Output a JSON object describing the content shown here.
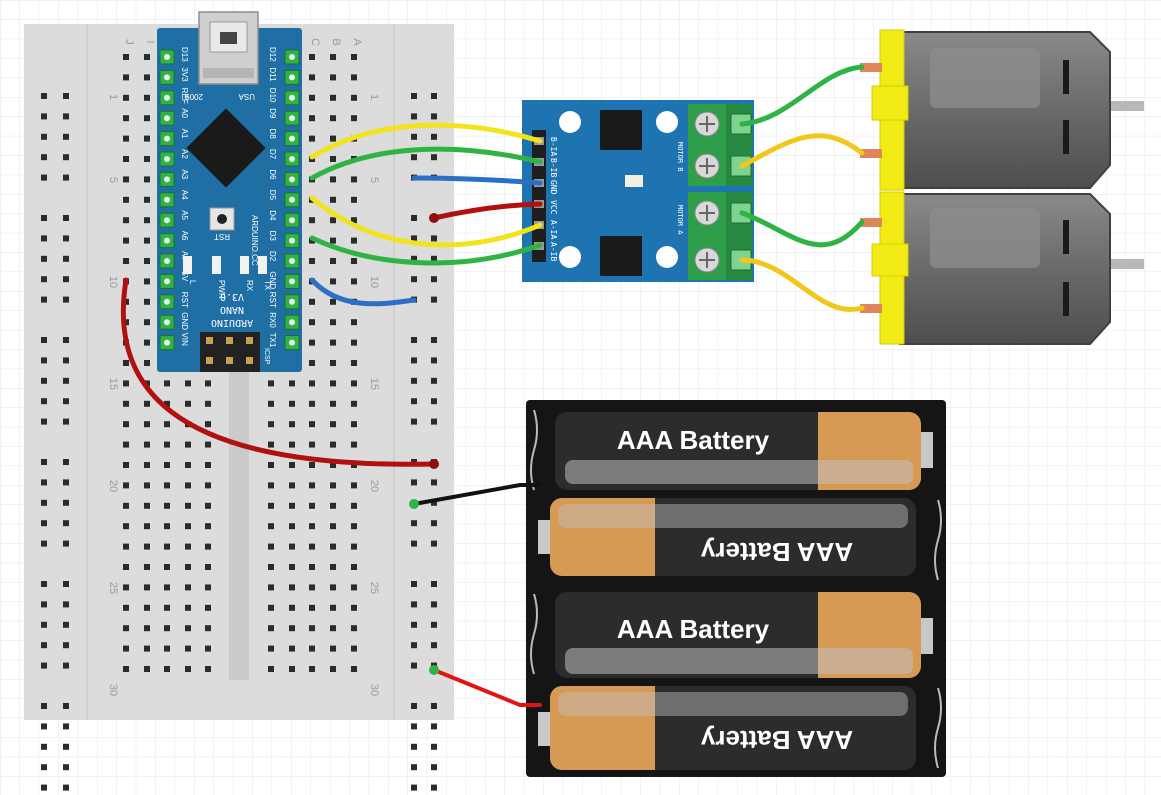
{
  "breadboard": {
    "row_labels": [
      "1",
      "5",
      "10",
      "15",
      "20",
      "25",
      "30"
    ],
    "col_labels_left": [
      "J",
      "I"
    ],
    "col_labels_right": [
      "C",
      "B",
      "A"
    ]
  },
  "arduino": {
    "name": "ARDUINO",
    "model": "NANO",
    "version": "V3.0",
    "website": "ARDUINO.CC",
    "year": "2009",
    "country": "USA",
    "rst": "RST",
    "icsp": "ICSP",
    "leds": [
      "L",
      "PWR",
      "RX",
      "TX"
    ],
    "pins_left": [
      "D13",
      "3V3",
      "REF",
      "A0",
      "A1",
      "A2",
      "A3",
      "A4",
      "A5",
      "A6",
      "A7",
      "5V",
      "RST",
      "GND",
      "VIN"
    ],
    "pins_right": [
      "D12",
      "D11",
      "D10",
      "D9",
      "D8",
      "D7",
      "D6",
      "D5",
      "D4",
      "D3",
      "D2",
      "GND",
      "RST",
      "RX0",
      "TX1"
    ]
  },
  "driver": {
    "pins": [
      "B-IA",
      "B-IB",
      "GND",
      "VCC",
      "A-IA",
      "A-IB"
    ],
    "motor_b": "MOTOR B",
    "motor_a": "MOTOR A"
  },
  "battery_pack": {
    "cell_label": "AAA Battery",
    "cells": 4
  },
  "colors": {
    "breadboard": "#dcdcdc",
    "arduino_pcb": "#1f6fa5",
    "driver_pcb": "#1e74b0",
    "terminal": "#2e9e4a",
    "motor_body": "#6e6e6e",
    "motor_cap": "#f2ea14",
    "wire_yellow": "#f2e31d",
    "wire_green": "#2fb344",
    "wire_blue": "#2d6fc4",
    "wire_red": "#b01010",
    "wire_black": "#111111",
    "battery_copper": "#d79a55"
  }
}
